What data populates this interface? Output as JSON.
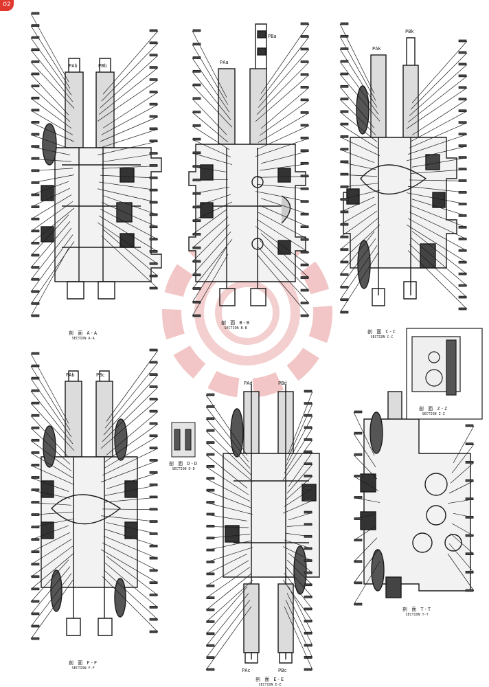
{
  "page": {
    "badge": "02"
  },
  "views": [
    {
      "id": "A-A",
      "caption": "剖 面 A-A",
      "subcaption": "SECTION A-A"
    },
    {
      "id": "B-B",
      "caption": "剖 面 B-B",
      "subcaption": "SECTION B-B"
    },
    {
      "id": "C-C",
      "caption": "剖 面 C-C",
      "subcaption": "SECTION C-C"
    },
    {
      "id": "F-F",
      "caption": "剖 面 F-F",
      "subcaption": "SECTION F-F"
    },
    {
      "id": "E-E",
      "caption": "剖 面 E-E",
      "subcaption": "SECTION E-E"
    },
    {
      "id": "D-D",
      "caption": "剖 面 D-D",
      "subcaption": "SECTION D-D"
    },
    {
      "id": "T-T",
      "caption": "剖 面 T-T",
      "subcaption": "SECTION T-T"
    },
    {
      "id": "inset",
      "caption": "剖 面 Z-Z",
      "subcaption": "SECTION Z-Z"
    }
  ],
  "port_labels": {
    "a1": "PAb",
    "a2": "PBb",
    "b1": "PAa",
    "b2": "PBa",
    "c1": "PAk",
    "c2": "PBk",
    "f1": "PAb",
    "f2": "PBc",
    "e1": "PAd",
    "e2": "PBd",
    "e3": "PAc",
    "e4": "PBc"
  },
  "colors": {
    "ink": "#1a1a1a",
    "watermark": "#e8a5a5",
    "badge": "#e0372e"
  }
}
